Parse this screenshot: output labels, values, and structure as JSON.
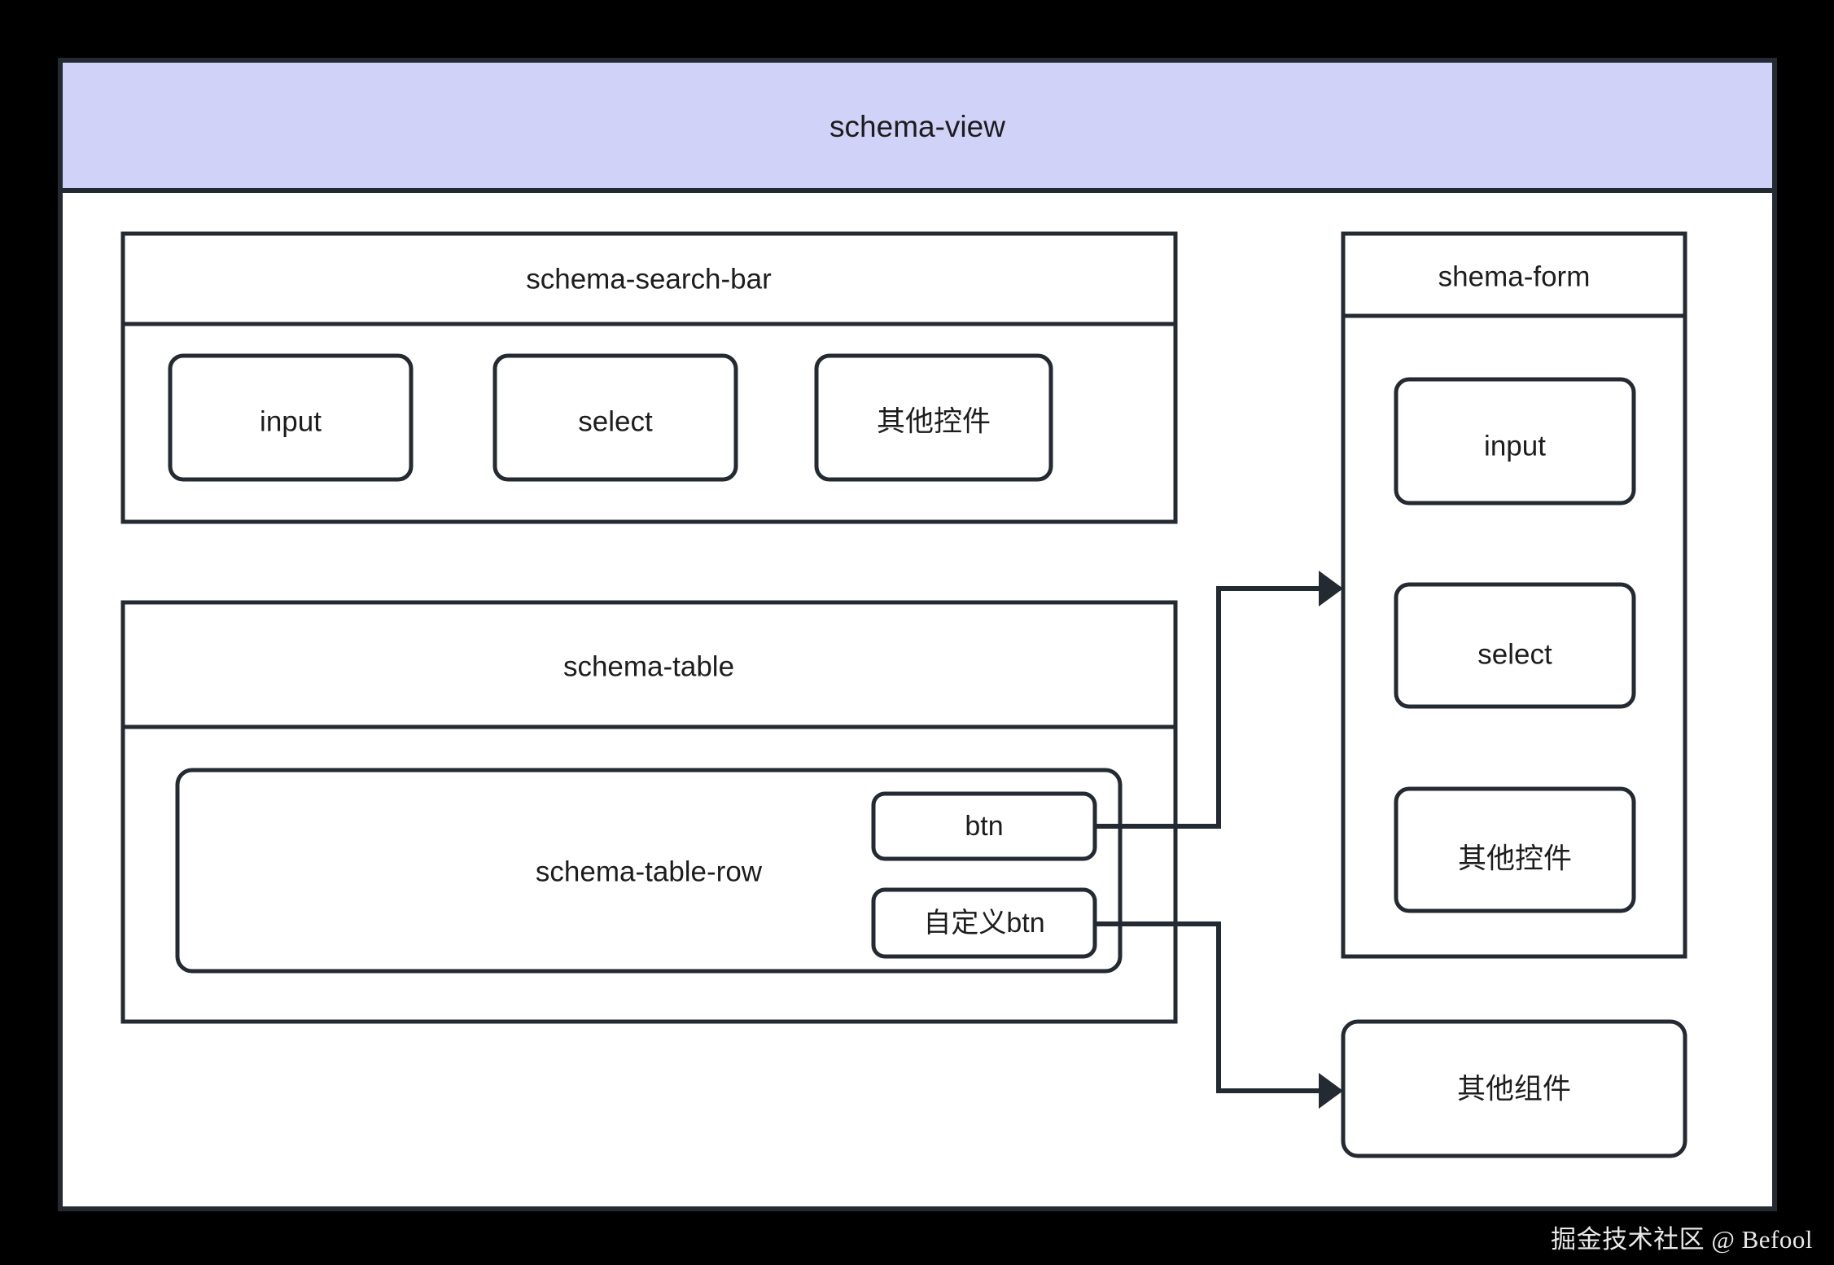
{
  "colors": {
    "page_background": "#000000",
    "header_fill": "#d0d2f8",
    "box_fill": "#ffffff",
    "stroke": "#232a31",
    "text": "#1d1d1d",
    "watermark_text": "#e9e9e9"
  },
  "diagram": {
    "type": "component-hierarchy-diagram",
    "root": {
      "header_title": "schema-view"
    },
    "left_column": {
      "search_bar": {
        "title": "schema-search-bar",
        "controls": [
          {
            "label": "input"
          },
          {
            "label": "select"
          },
          {
            "label": "其他控件"
          }
        ]
      },
      "table": {
        "title": "schema-table",
        "row": {
          "label": "schema-table-row",
          "buttons": [
            {
              "label": "btn"
            },
            {
              "label": "自定义btn"
            }
          ]
        }
      }
    },
    "right_column": {
      "form": {
        "title": "shema-form",
        "controls": [
          {
            "label": "input"
          },
          {
            "label": "select"
          },
          {
            "label": "其他控件"
          }
        ]
      },
      "other_components": {
        "label": "其他组件"
      }
    },
    "connections": [
      {
        "from": "btn",
        "to": "shema-form",
        "style": "orthogonal-arrow"
      },
      {
        "from": "自定义btn",
        "to": "其他组件",
        "style": "orthogonal-arrow"
      }
    ]
  },
  "watermark": {
    "text": "掘金技术社区 @ Befool"
  }
}
